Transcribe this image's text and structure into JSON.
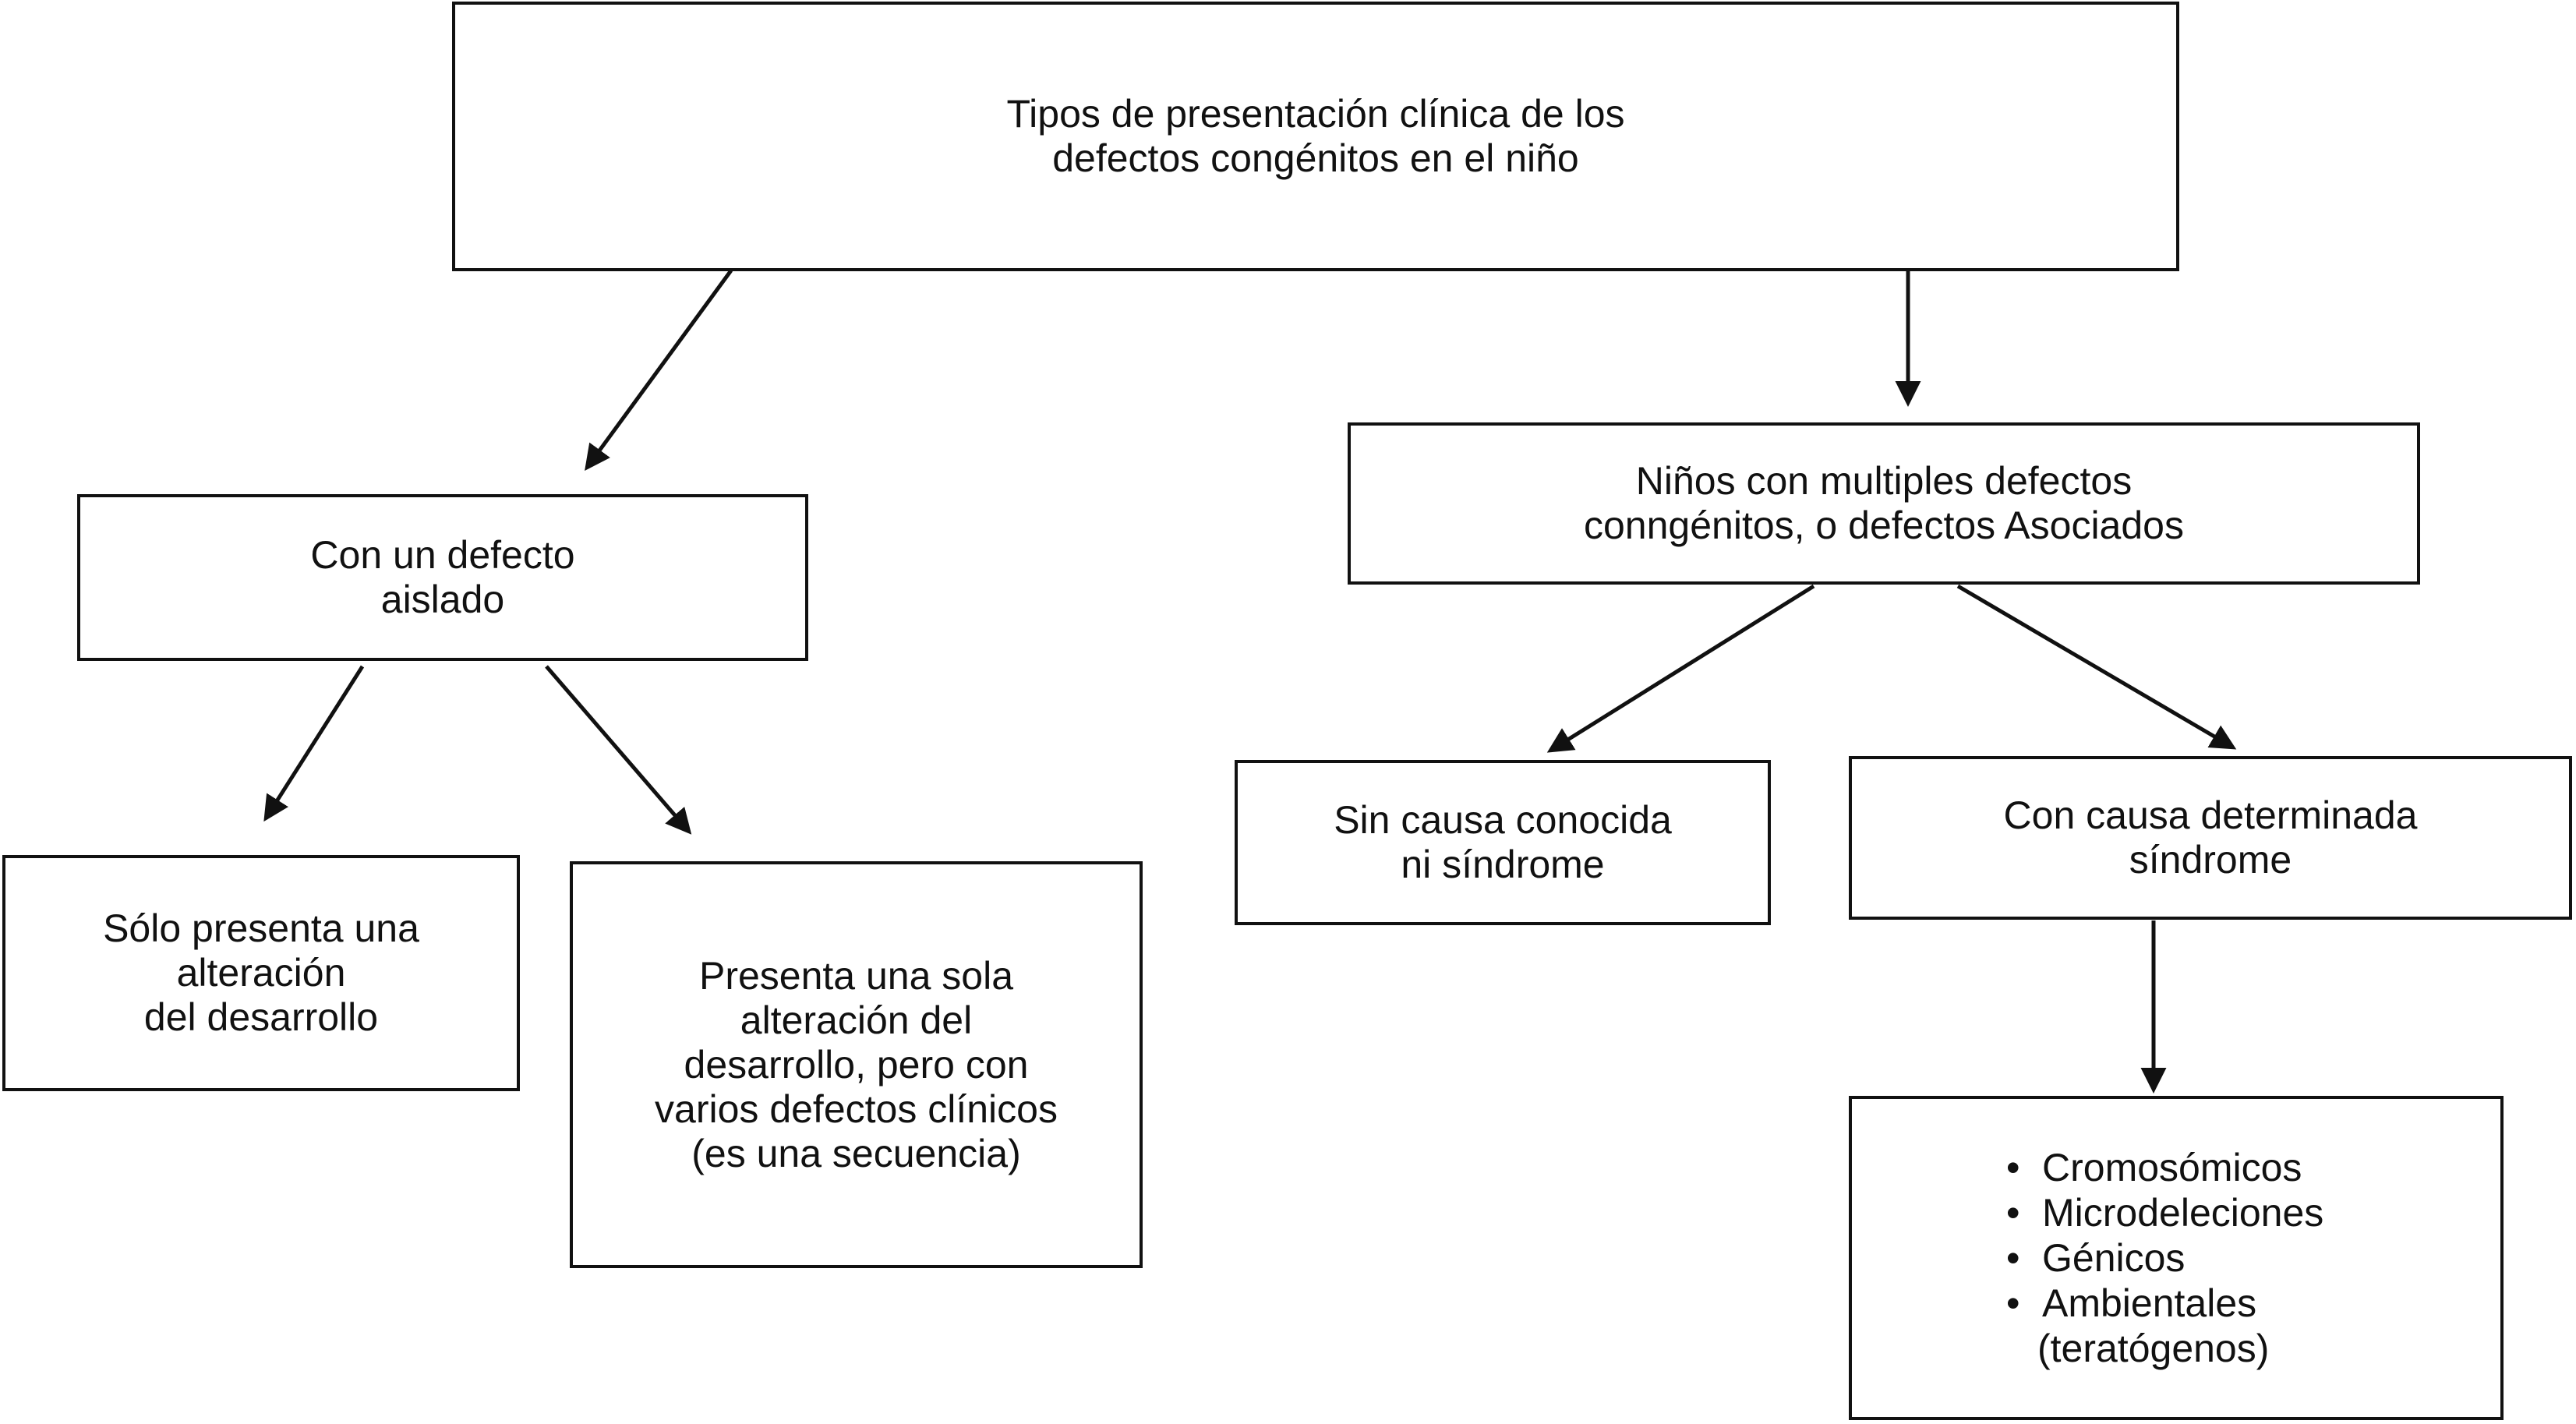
{
  "colors": {
    "ink": "#111111",
    "background": "#ffffff"
  },
  "diagram": {
    "type": "flowchart",
    "nodes": {
      "root": {
        "text": "Tipos de presentación clínica de los\ndefectos congénitos en el niño"
      },
      "isolated": {
        "text": "Con un defecto\naislado"
      },
      "solo": {
        "text": "Sólo presenta una\nalteración\ndel desarrollo"
      },
      "sequence": {
        "text": "Presenta una sola\nalteración del\ndesarrollo, pero con\nvarios defectos clínicos\n(es una secuencia)"
      },
      "multiple": {
        "text": "Niños con multiples defectos\nconngénitos, o defectos Asociados"
      },
      "no_cause": {
        "text": "Sin causa conocida\nni síndrome"
      },
      "known_cause": {
        "text": "Con causa determinada\nsíndrome"
      },
      "causes": {
        "bullet": "•",
        "items": [
          "Cromosómicos",
          "Microdeleciones",
          "Génicos",
          "Ambientales"
        ],
        "continuation": "(teratógenos)"
      }
    },
    "edges": [
      {
        "from": "root",
        "to": "isolated"
      },
      {
        "from": "root",
        "to": "multiple"
      },
      {
        "from": "isolated",
        "to": "solo"
      },
      {
        "from": "isolated",
        "to": "sequence"
      },
      {
        "from": "multiple",
        "to": "no_cause"
      },
      {
        "from": "multiple",
        "to": "known_cause"
      },
      {
        "from": "known_cause",
        "to": "causes"
      }
    ]
  }
}
